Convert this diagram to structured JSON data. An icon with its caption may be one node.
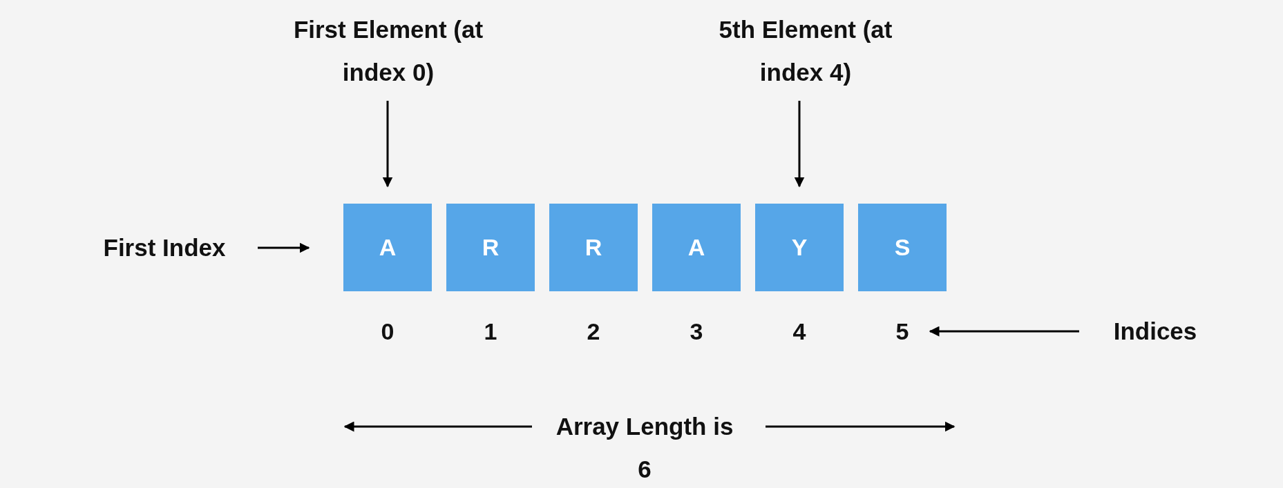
{
  "diagram": {
    "nodes": [
      {
        "text": [
          "First Element (at index 0)"
        ]
      },
      {
        "text": [
          "5th Element (at index 4)"
        ]
      },
      {
        "text": [
          "First Index"
        ]
      },
      {
        "text": [
          "A"
        ]
      },
      {
        "text": [
          "R"
        ]
      },
      {
        "text": [
          "R"
        ]
      },
      {
        "text": [
          "A"
        ]
      },
      {
        "text": [
          "Y"
        ]
      },
      {
        "text": [
          "S"
        ]
      },
      {
        "text": [
          "0"
        ]
      },
      {
        "text": [
          "1"
        ]
      },
      {
        "text": [
          "2"
        ]
      },
      {
        "text": [
          "3"
        ]
      },
      {
        "text": [
          "4"
        ]
      },
      {
        "text": [
          "5"
        ]
      },
      {
        "text": [
          "Indices"
        ]
      }
    ],
    "edges": [
      {
        "from": 0,
        "to": 3,
        "arrow": "to"
      },
      {
        "from": 1,
        "to": 7,
        "arrow": "to"
      },
      {
        "from": 2,
        "to": 3,
        "arrow": "to"
      },
      {
        "from": 15,
        "to": 14,
        "arrow": "to"
      }
    ],
    "labels": [
      "Array Length is 6"
    ]
  }
}
